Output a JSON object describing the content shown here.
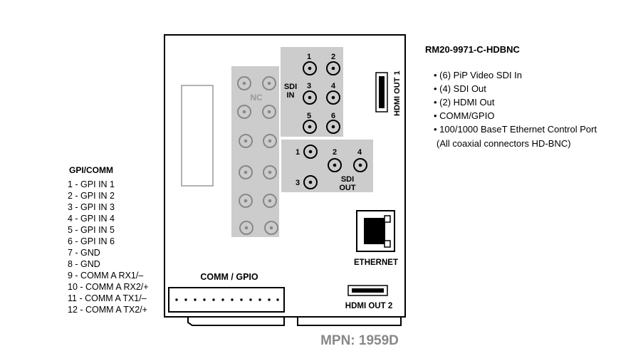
{
  "gpi_comm": {
    "title": "GPI/COMM",
    "pins": [
      "1 - GPI IN 1",
      "2 - GPI IN 2",
      "3 - GPI IN 3",
      "4 - GPI IN 4",
      "5 - GPI IN 5",
      "6 - GPI IN 6",
      "7 - GND",
      "8 - GND",
      "9 - COMM A RX1/–",
      "10 - COMM A RX2/+",
      "11 - COMM A TX1/–",
      "12 - COMM A TX2/+"
    ]
  },
  "card": {
    "nc_label": "NC",
    "sdi_in": {
      "label_line1": "SDI",
      "label_line2": "IN",
      "numbers": [
        "1",
        "2",
        "3",
        "4",
        "5",
        "6"
      ]
    },
    "sdi_out": {
      "label_line1": "SDI",
      "label_line2": "OUT",
      "numbers": [
        "1",
        "2",
        "3",
        "4"
      ]
    },
    "hdmi_out_1": "HDMI OUT 1",
    "hdmi_out_2": "HDMI OUT 2",
    "ethernet": "ETHERNET",
    "comm_gpio": "COMM / GPIO",
    "mpn": "MPN: 1959D"
  },
  "features": {
    "model": "RM20-9971-C-HDBNC",
    "items": [
      "• (6) PiP Video SDI In",
      "• (4) SDI Out",
      "• (2) HDMI Out",
      "• COMM/GPIO",
      "• 100/1000 BaseT Ethernet Control Port"
    ],
    "note": "(All coaxial connectors HD-BNC)"
  },
  "colors": {
    "panel_gray": "#cccccc",
    "line": "#000000",
    "mpn_gray": "#888888"
  }
}
